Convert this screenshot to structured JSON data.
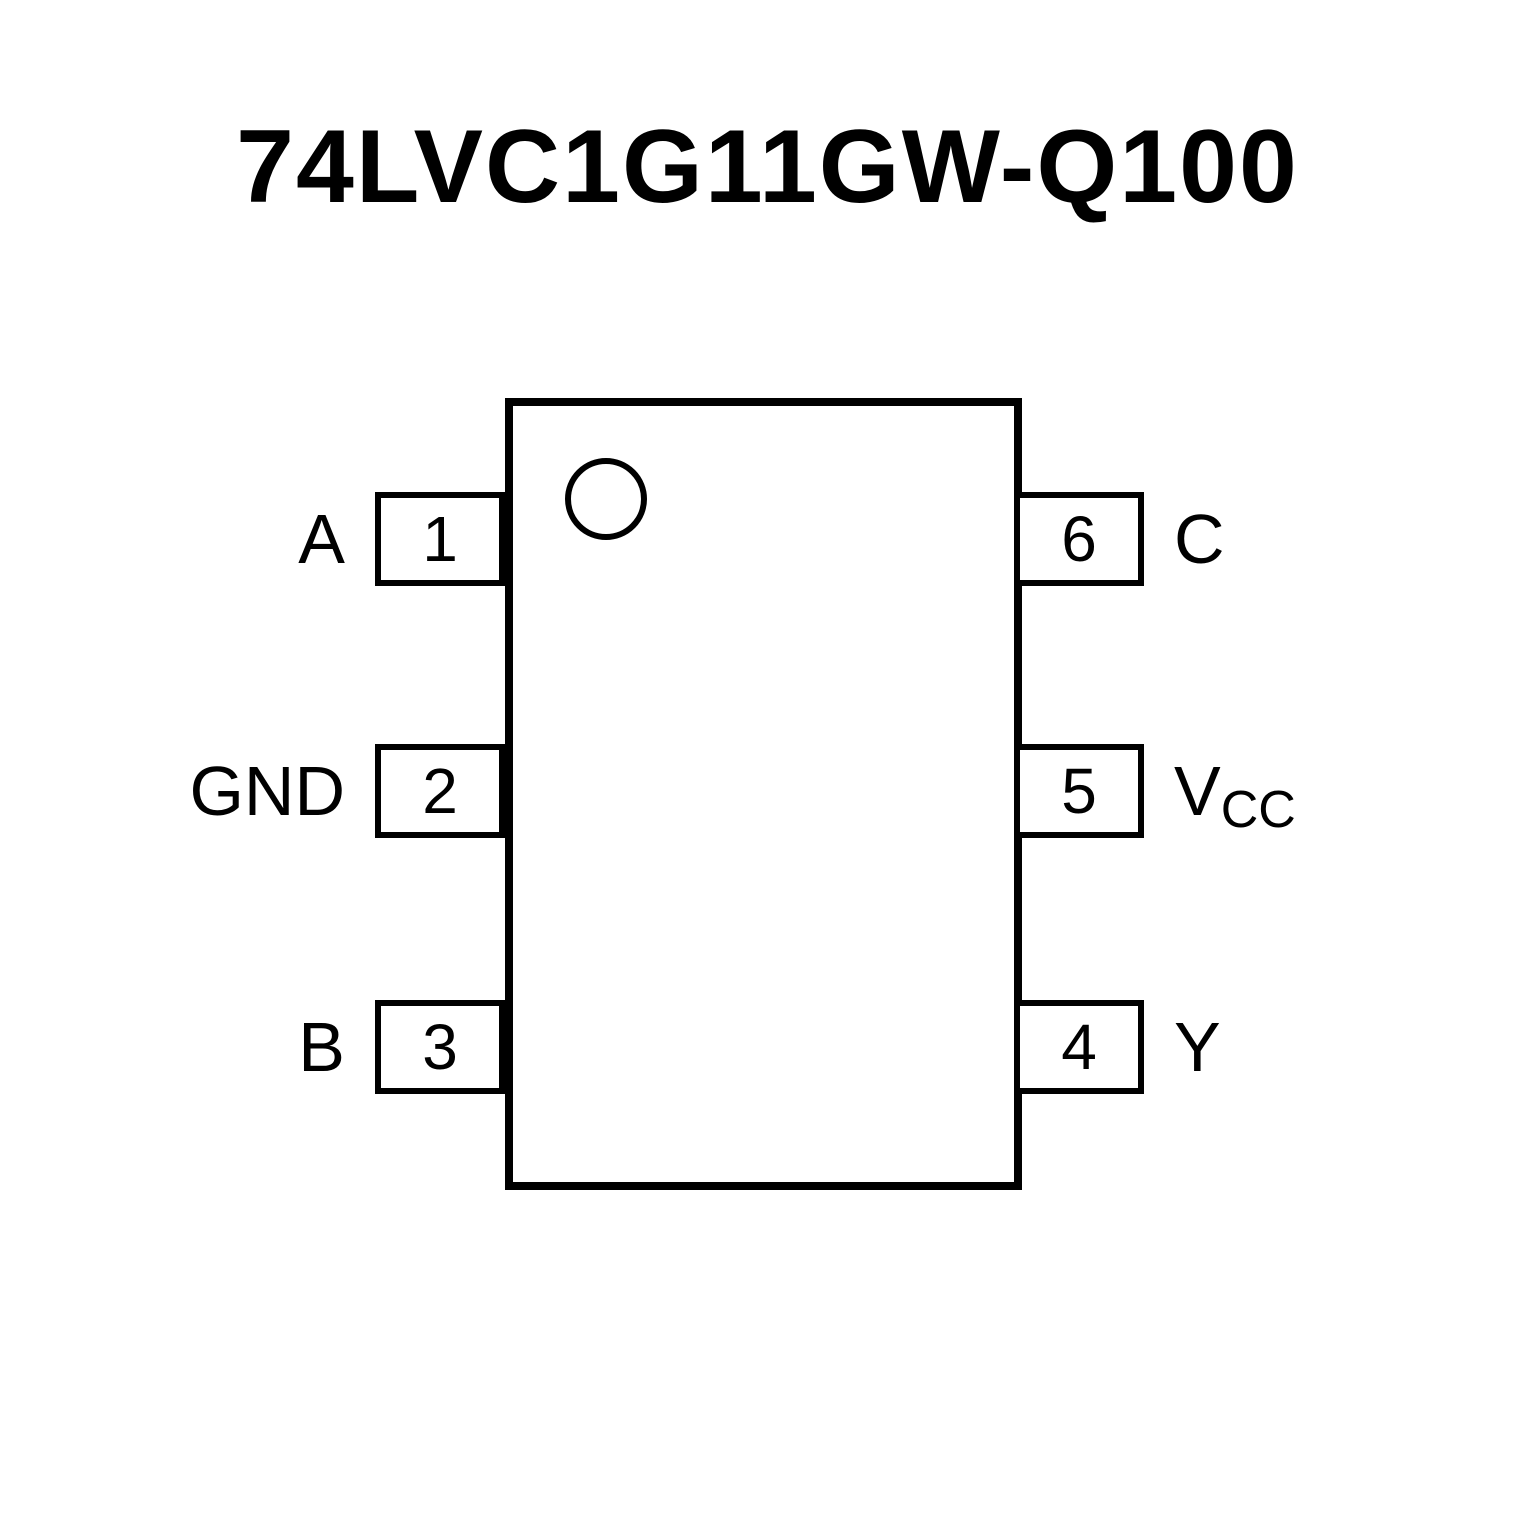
{
  "title": "74LVC1G11GW-Q100",
  "chip": {
    "left_pins": [
      {
        "number": "1",
        "label": "A",
        "label_sub": ""
      },
      {
        "number": "2",
        "label": "GND",
        "label_sub": ""
      },
      {
        "number": "3",
        "label": "B",
        "label_sub": ""
      }
    ],
    "right_pins": [
      {
        "number": "6",
        "label": "C",
        "label_sub": ""
      },
      {
        "number": "5",
        "label": "V",
        "label_sub": "CC"
      },
      {
        "number": "4",
        "label": "Y",
        "label_sub": ""
      }
    ]
  },
  "colors": {
    "line": "#000000",
    "background": "#ffffff"
  }
}
